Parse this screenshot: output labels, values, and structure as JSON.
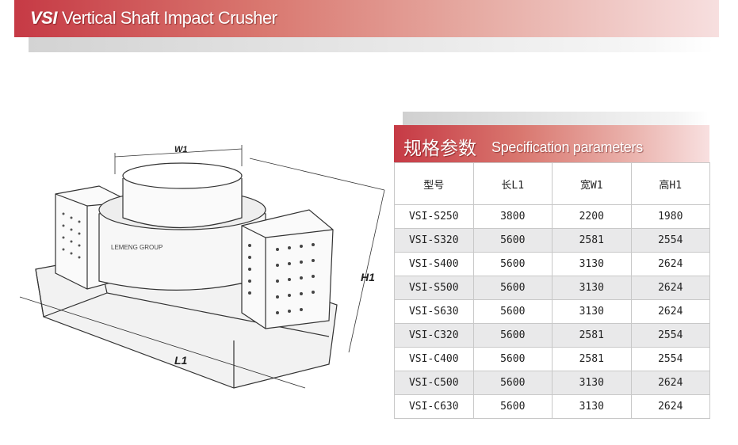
{
  "header": {
    "brand": "VSI",
    "title": "Vertical Shaft Impact Crusher"
  },
  "drawing": {
    "labels": {
      "w1": "W1",
      "h1": "H1",
      "l1": "L1"
    },
    "logo": "LEMENG GROUP"
  },
  "spec": {
    "title_cn": "规格参数",
    "title_en": "Specification parameters",
    "columns": [
      "型号",
      "长L1",
      "宽W1",
      "高H1"
    ],
    "rows": [
      [
        "VSI-S250",
        "3800",
        "2200",
        "1980"
      ],
      [
        "VSI-S320",
        "5600",
        "2581",
        "2554"
      ],
      [
        "VSI-S400",
        "5600",
        "3130",
        "2624"
      ],
      [
        "VSI-S500",
        "5600",
        "3130",
        "2624"
      ],
      [
        "VSI-S630",
        "5600",
        "3130",
        "2624"
      ],
      [
        "VSI-C320",
        "5600",
        "2581",
        "2554"
      ],
      [
        "VSI-C400",
        "5600",
        "2581",
        "2554"
      ],
      [
        "VSI-C500",
        "5600",
        "3130",
        "2624"
      ],
      [
        "VSI-C630",
        "5600",
        "3130",
        "2624"
      ]
    ]
  }
}
